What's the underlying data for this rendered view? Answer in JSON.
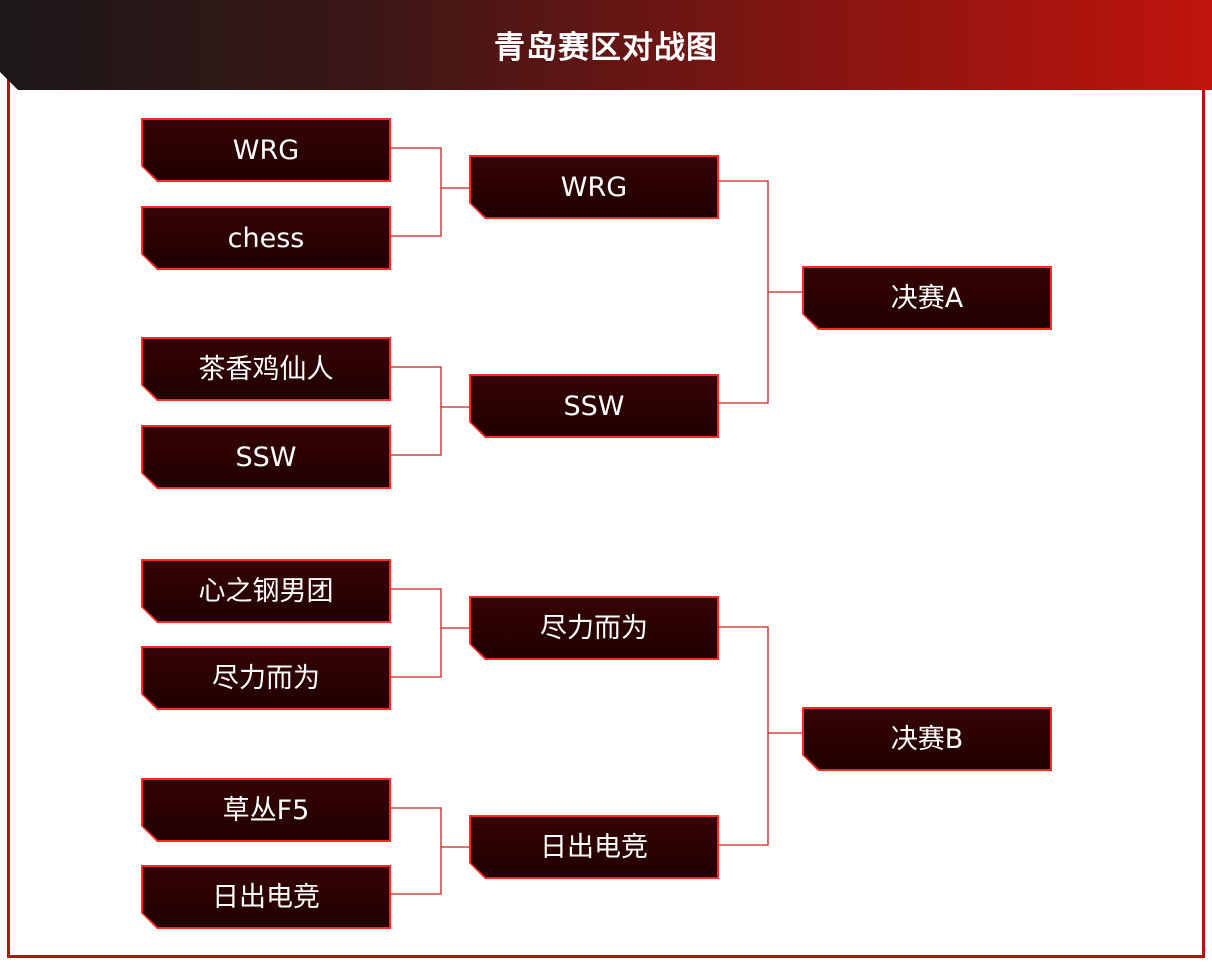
{
  "title": "青岛赛区对战图",
  "bracket": {
    "round1": [
      {
        "label": "WRG"
      },
      {
        "label": "chess"
      },
      {
        "label": "茶香鸡仙人"
      },
      {
        "label": "SSW"
      },
      {
        "label": "心之钢男团"
      },
      {
        "label": "尽力而为"
      },
      {
        "label": "草丛F5"
      },
      {
        "label": "日出电竞"
      }
    ],
    "round2": [
      {
        "label": "WRG"
      },
      {
        "label": "SSW"
      },
      {
        "label": "尽力而为"
      },
      {
        "label": "日出电竞"
      }
    ],
    "finals": [
      {
        "label": "决赛A"
      },
      {
        "label": "决赛B"
      }
    ]
  },
  "colors": {
    "accent": "#b5120d",
    "box_border": "#ff2b22",
    "box_fill": "#2a0202",
    "connector": "#c8221c"
  }
}
